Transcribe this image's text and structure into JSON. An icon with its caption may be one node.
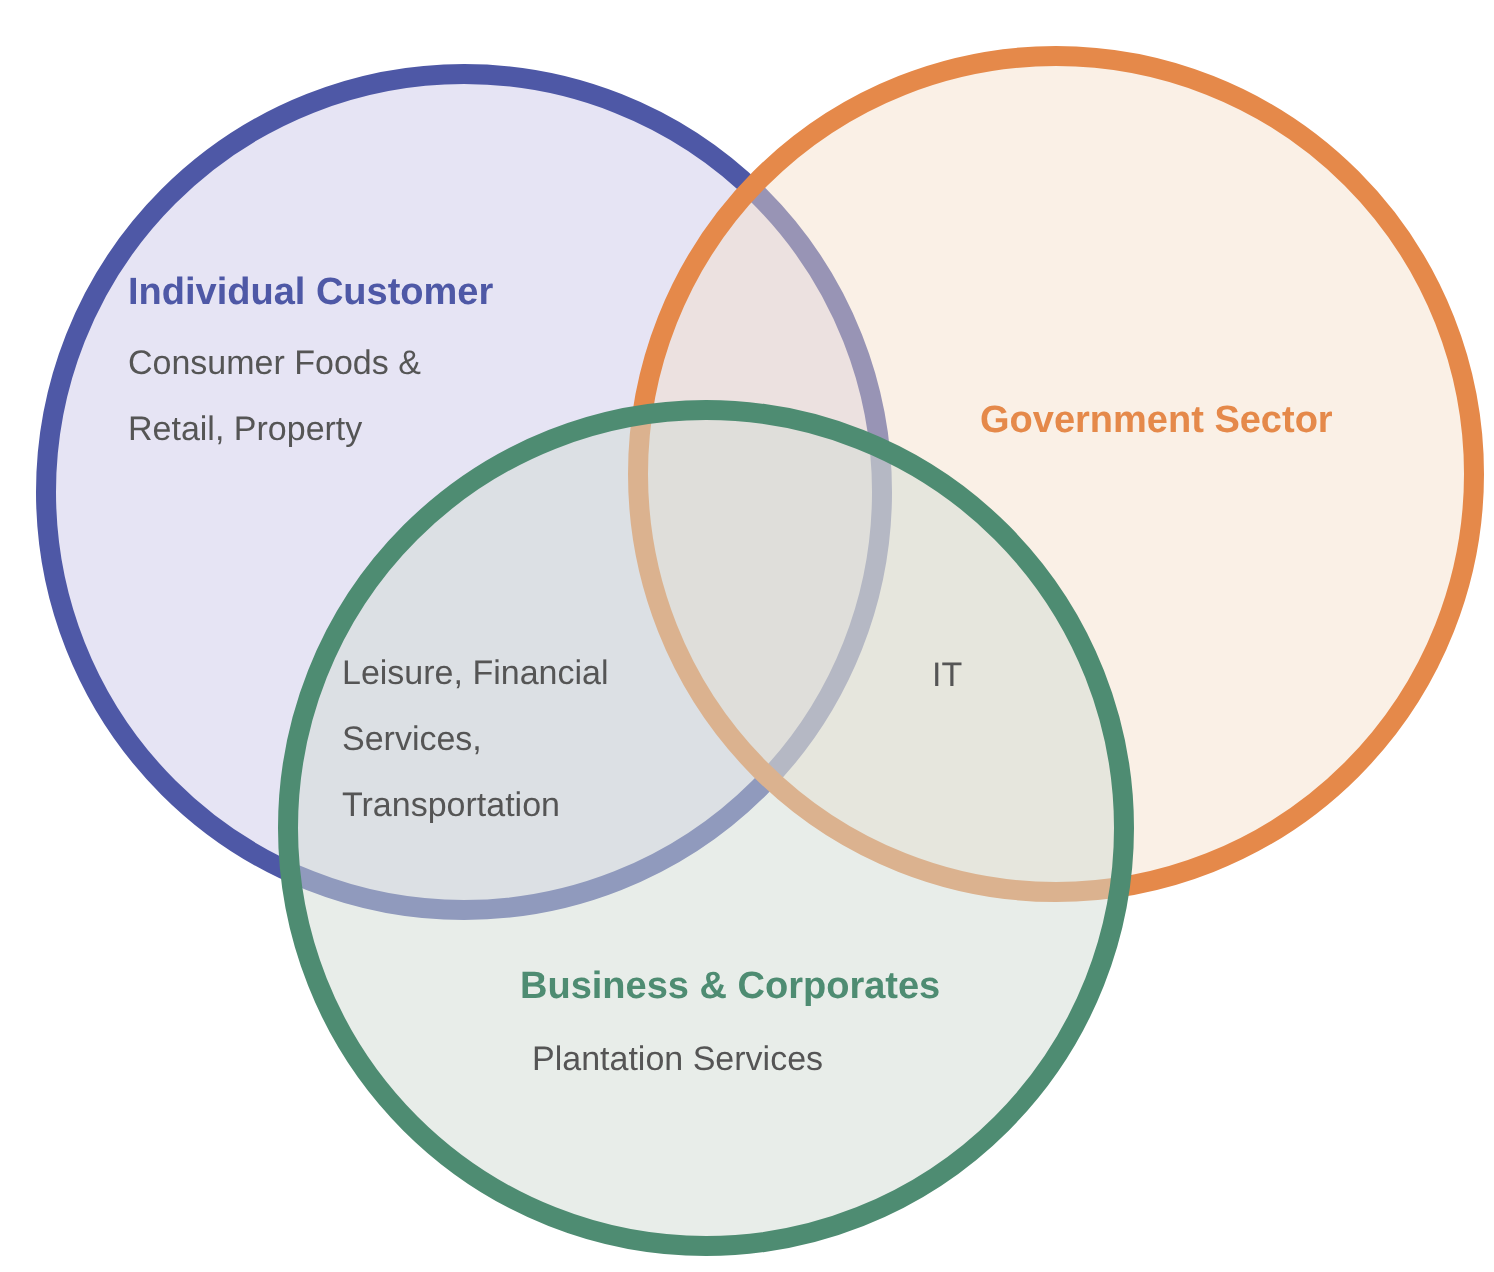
{
  "diagram": {
    "nodes": [
      {
        "text": [
          "Individual Customer",
          "Consumer Foods & Retail, Property"
        ]
      },
      {
        "text": [
          "Government Sector"
        ]
      },
      {
        "text": [
          "Business & Corporates",
          "Plantation Services"
        ]
      }
    ],
    "labels": [
      "Leisure, Financial Services, Transportation",
      "IT"
    ]
  }
}
